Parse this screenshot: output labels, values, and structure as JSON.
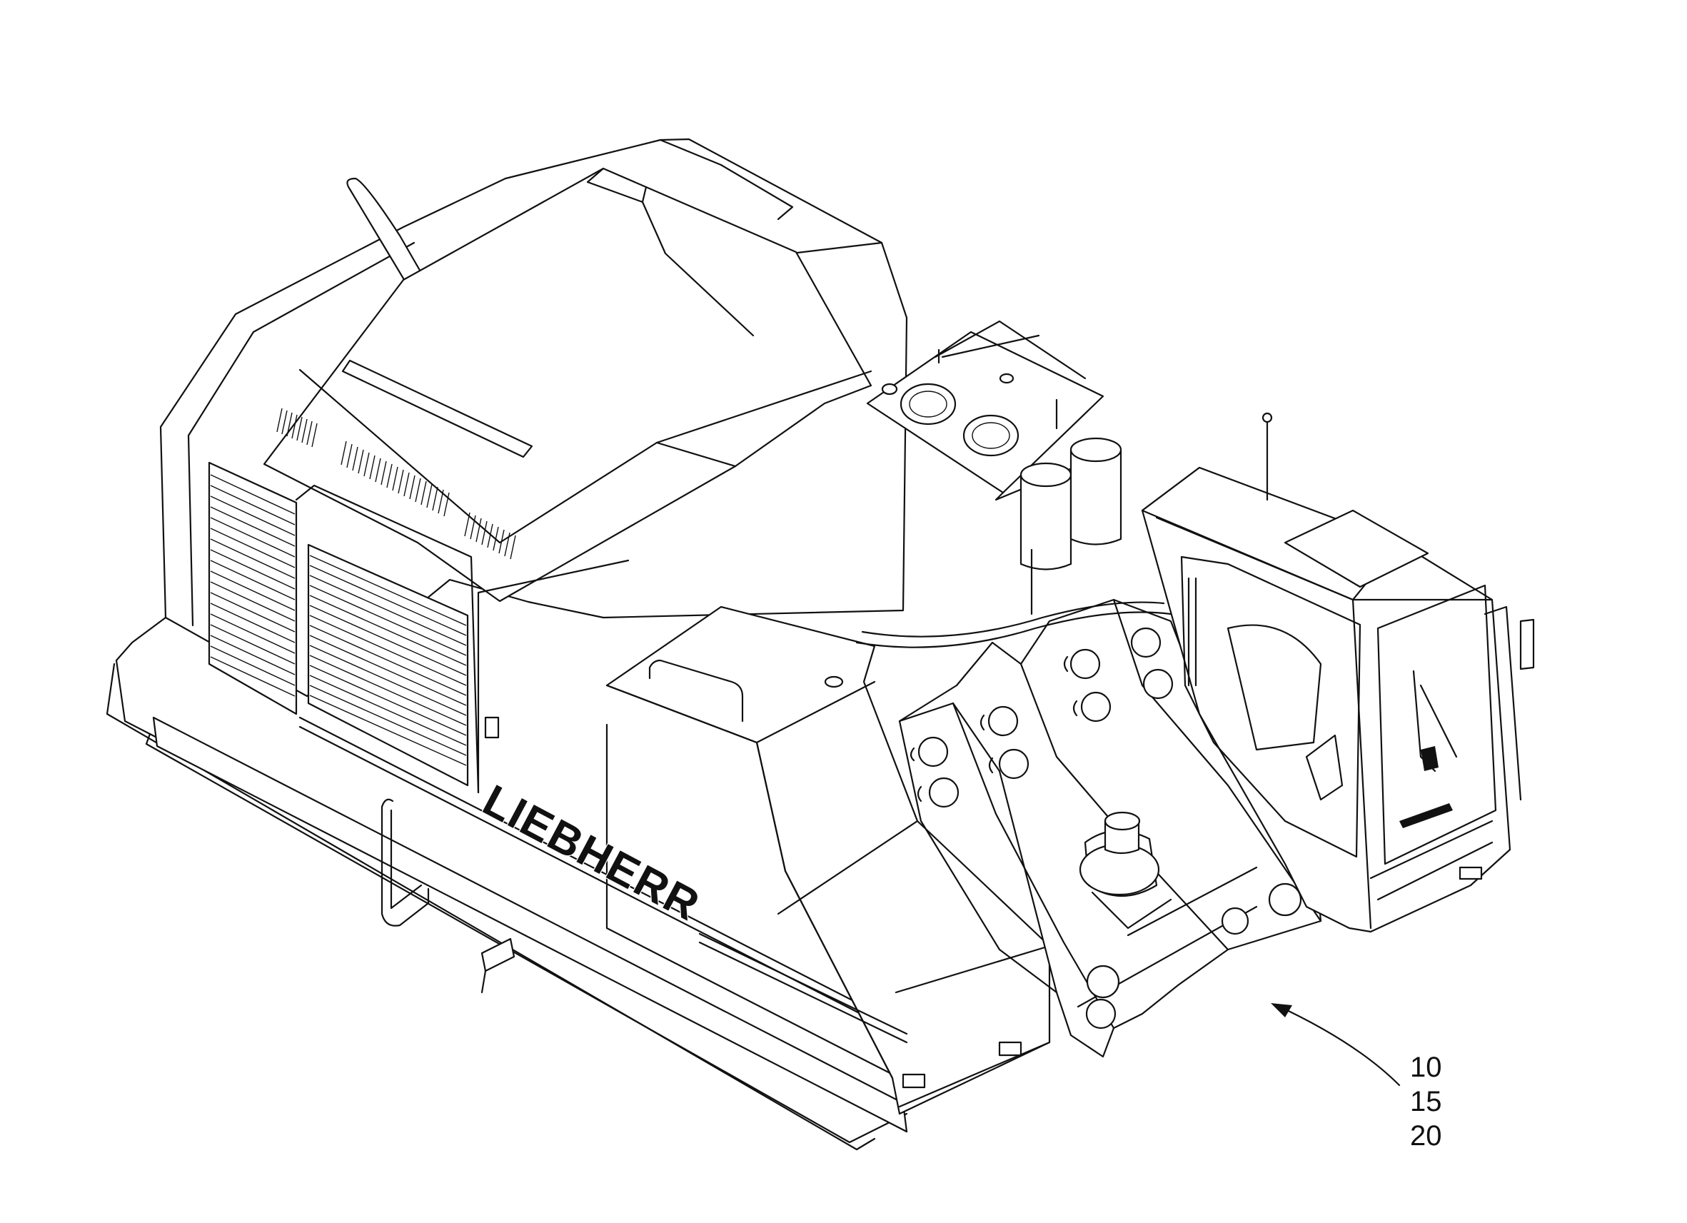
{
  "figure": {
    "brand_logo": "LIEBHERR",
    "reference_numerals": [
      "10",
      "15",
      "20"
    ]
  },
  "colors": {
    "line": "#111111",
    "background": "#ffffff"
  }
}
